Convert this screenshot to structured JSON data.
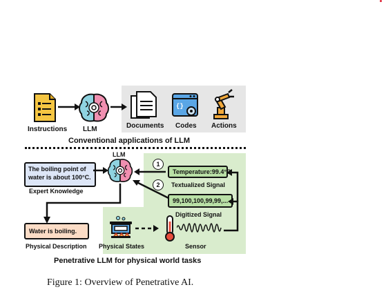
{
  "top": {
    "instructions_label": "Instructions",
    "llm_label": "LLM",
    "documents_label": "Documents",
    "codes_label": "Codes",
    "actions_label": "Actions",
    "section_title": "Conventional applications of LLM"
  },
  "bottom": {
    "llm_label": "LLM",
    "expert_box_text": "The boiling point of water is about 100°C.",
    "expert_label": "Expert Knowledge",
    "output_box_text": "Water is boiling.",
    "physical_description_label": "Physical Description",
    "step1": "1",
    "step2": "2",
    "temperature_box_text": "Temperature:99.4°C",
    "textualized_label": "Textualized Signal",
    "digitized_box_text": "99,100,100,99,99,...",
    "digitized_label": "Digitized Signal",
    "physical_states_label": "Physical States",
    "sensor_label": "Sensor",
    "section_title": "Penetrative LLM for physical world tasks"
  },
  "caption": "Figure 1: Overview of Penetrative AI.",
  "colors": {
    "gray_panel": "#e6e6e6",
    "green_panel": "#d9eccd",
    "signal_box": "#b9e0a6",
    "expert_box": "#dde6f7",
    "output_box": "#fbdcc6",
    "accent_red": "#c0392b"
  }
}
